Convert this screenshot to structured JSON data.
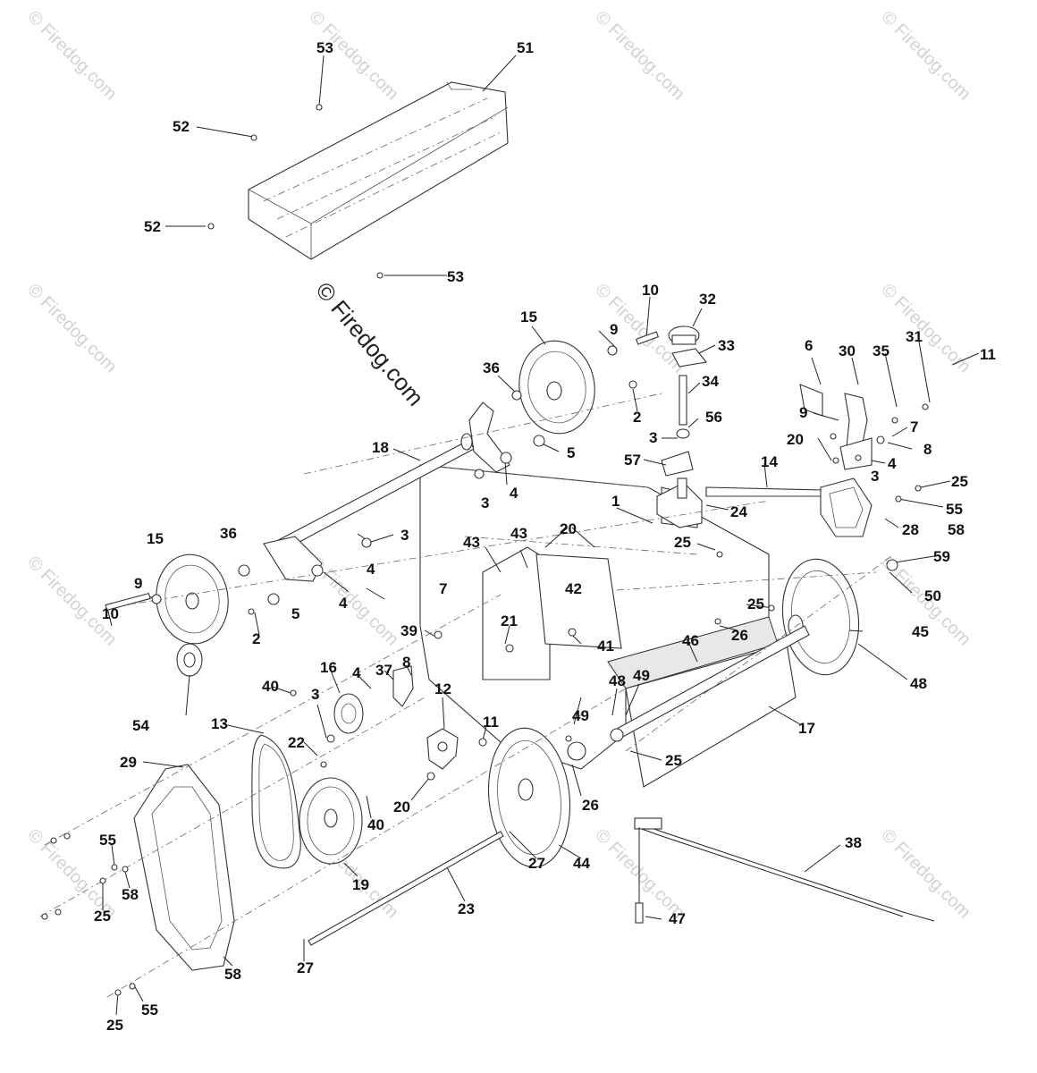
{
  "watermark": {
    "small_text": "© Firedog.com",
    "main_text": "© Firedog.com"
  },
  "callouts": [
    {
      "id": "c53a",
      "text": "53"
    },
    {
      "id": "c51",
      "text": "51"
    },
    {
      "id": "c52a",
      "text": "52"
    },
    {
      "id": "c52b",
      "text": "52"
    },
    {
      "id": "c53b",
      "text": "53"
    },
    {
      "id": "c10a",
      "text": "10"
    },
    {
      "id": "c32",
      "text": "32"
    },
    {
      "id": "c15a",
      "text": "15"
    },
    {
      "id": "c9a",
      "text": "9"
    },
    {
      "id": "c33",
      "text": "33"
    },
    {
      "id": "c6",
      "text": "6"
    },
    {
      "id": "c30",
      "text": "30"
    },
    {
      "id": "c35",
      "text": "35"
    },
    {
      "id": "c31",
      "text": "31"
    },
    {
      "id": "c11a",
      "text": "11"
    },
    {
      "id": "c36a",
      "text": "36"
    },
    {
      "id": "c34",
      "text": "34"
    },
    {
      "id": "c2a",
      "text": "2"
    },
    {
      "id": "c56",
      "text": "56"
    },
    {
      "id": "c9b",
      "text": "9"
    },
    {
      "id": "c3a",
      "text": "3"
    },
    {
      "id": "c7a",
      "text": "7"
    },
    {
      "id": "c20a",
      "text": "20"
    },
    {
      "id": "c8a",
      "text": "8"
    },
    {
      "id": "c18",
      "text": "18"
    },
    {
      "id": "c5a",
      "text": "5"
    },
    {
      "id": "c57",
      "text": "57"
    },
    {
      "id": "c4a",
      "text": "4"
    },
    {
      "id": "c3b",
      "text": "3"
    },
    {
      "id": "c14",
      "text": "14"
    },
    {
      "id": "c4b",
      "text": "4"
    },
    {
      "id": "c1",
      "text": "1"
    },
    {
      "id": "c25a",
      "text": "25"
    },
    {
      "id": "c24",
      "text": "24"
    },
    {
      "id": "c55a",
      "text": "55"
    },
    {
      "id": "c3c",
      "text": "3"
    },
    {
      "id": "c28",
      "text": "28"
    },
    {
      "id": "c58a",
      "text": "58"
    },
    {
      "id": "c15b",
      "text": "15"
    },
    {
      "id": "c36b",
      "text": "36"
    },
    {
      "id": "c3d",
      "text": "3"
    },
    {
      "id": "c20b",
      "text": "20"
    },
    {
      "id": "c43a",
      "text": "43"
    },
    {
      "id": "c43b",
      "text": "43"
    },
    {
      "id": "c25b",
      "text": "25"
    },
    {
      "id": "c4c",
      "text": "4"
    },
    {
      "id": "c42",
      "text": "42"
    },
    {
      "id": "c59",
      "text": "59"
    },
    {
      "id": "c9c",
      "text": "9"
    },
    {
      "id": "c5b",
      "text": "5"
    },
    {
      "id": "c4d",
      "text": "4"
    },
    {
      "id": "c50",
      "text": "50"
    },
    {
      "id": "c7b",
      "text": "7"
    },
    {
      "id": "c25c",
      "text": "25"
    },
    {
      "id": "c10b",
      "text": "10"
    },
    {
      "id": "c2b",
      "text": "2"
    },
    {
      "id": "c21",
      "text": "21"
    },
    {
      "id": "c41",
      "text": "41"
    },
    {
      "id": "c26a",
      "text": "26"
    },
    {
      "id": "c45",
      "text": "45"
    },
    {
      "id": "c39",
      "text": "39"
    },
    {
      "id": "c46",
      "text": "46"
    },
    {
      "id": "c37",
      "text": "37"
    },
    {
      "id": "c8b",
      "text": "8"
    },
    {
      "id": "c16",
      "text": "16"
    },
    {
      "id": "c4e",
      "text": "4"
    },
    {
      "id": "c48a",
      "text": "48"
    },
    {
      "id": "c49a",
      "text": "49"
    },
    {
      "id": "c48b",
      "text": "48"
    },
    {
      "id": "c40a",
      "text": "40"
    },
    {
      "id": "c3e",
      "text": "3"
    },
    {
      "id": "c54",
      "text": "54"
    },
    {
      "id": "c12",
      "text": "12"
    },
    {
      "id": "c13",
      "text": "13"
    },
    {
      "id": "c17",
      "text": "17"
    },
    {
      "id": "c11b",
      "text": "11"
    },
    {
      "id": "c49b",
      "text": "49"
    },
    {
      "id": "c22",
      "text": "22"
    },
    {
      "id": "c29",
      "text": "29"
    },
    {
      "id": "c25d",
      "text": "25"
    },
    {
      "id": "c20c",
      "text": "20"
    },
    {
      "id": "c26b",
      "text": "26"
    },
    {
      "id": "c40b",
      "text": "40"
    },
    {
      "id": "c55b",
      "text": "55"
    },
    {
      "id": "c38",
      "text": "38"
    },
    {
      "id": "c58b",
      "text": "58"
    },
    {
      "id": "c19",
      "text": "19"
    },
    {
      "id": "c27a",
      "text": "27"
    },
    {
      "id": "c44",
      "text": "44"
    },
    {
      "id": "c25e",
      "text": "25"
    },
    {
      "id": "c23",
      "text": "23"
    },
    {
      "id": "c47",
      "text": "47"
    },
    {
      "id": "c27b",
      "text": "27"
    },
    {
      "id": "c58c",
      "text": "58"
    },
    {
      "id": "c25f",
      "text": "25"
    },
    {
      "id": "c55c",
      "text": "55"
    }
  ]
}
